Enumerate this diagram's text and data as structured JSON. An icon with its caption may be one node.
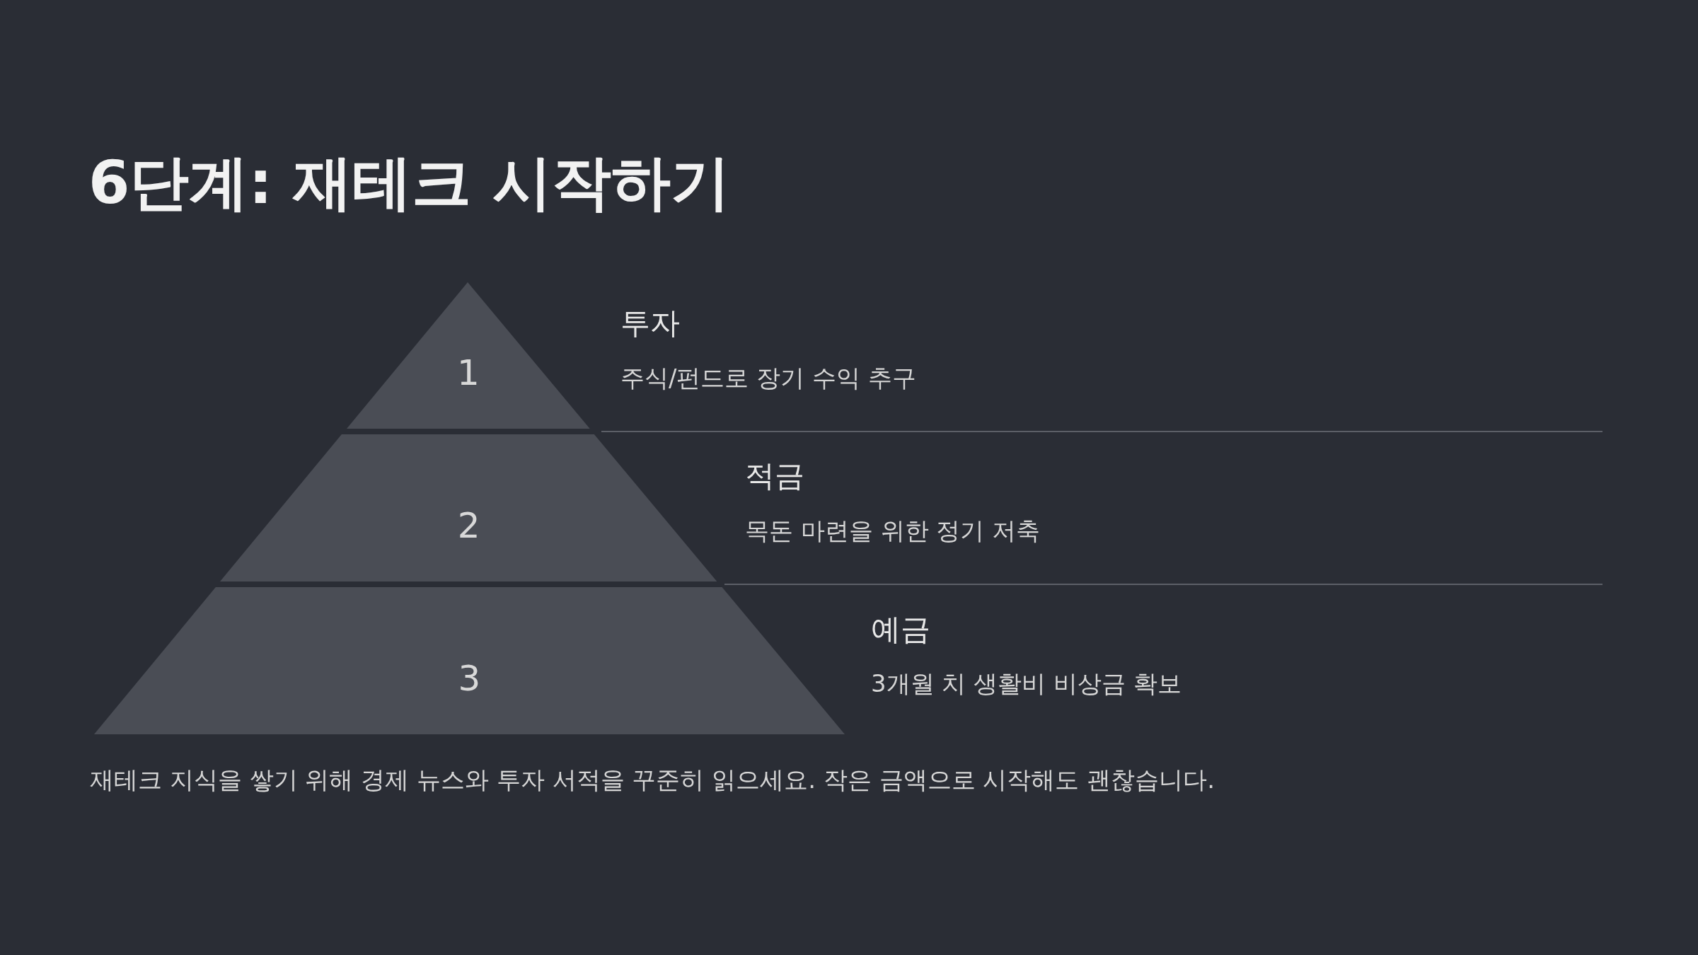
{
  "diagram": {
    "title": "6단계: 재테크 시작하기",
    "nodes": [
      {
        "text": [
          "1"
        ],
        "beside": [
          "투자",
          "주식/펀드로 장기 수익 추구"
        ]
      },
      {
        "text": [
          "2"
        ],
        "beside": [
          "적금",
          "목돈 마련을 위한 정기 저축"
        ]
      },
      {
        "text": [
          "3"
        ],
        "beside": [
          "예금",
          "3개월 치 생활비 비상금 확보"
        ]
      }
    ],
    "edges": [],
    "caption": "재테크 지식을 쌓기 위해 경제 뉴스와 투자 서적을 꾸준히 읽으세요. 작은 금액으로 시작해도 괜찮습니다."
  }
}
